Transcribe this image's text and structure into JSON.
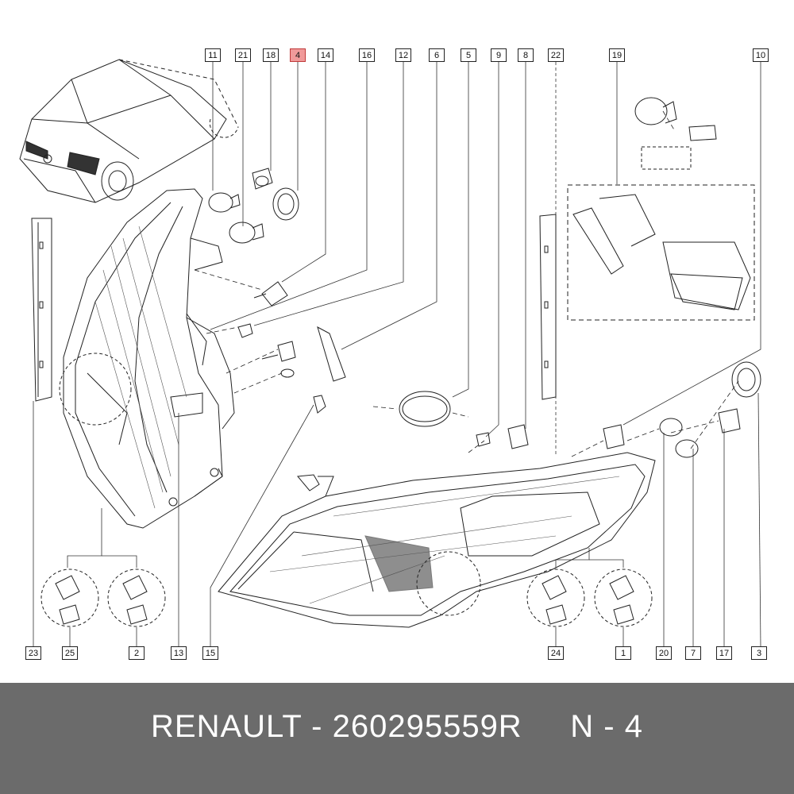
{
  "callouts_top": [
    "11",
    "21",
    "18",
    "4",
    "14",
    "16",
    "12",
    "6",
    "5",
    "9",
    "8",
    "22",
    "19",
    "10"
  ],
  "callouts_bottom": [
    "23",
    "25",
    "2",
    "13",
    "15",
    "24",
    "1",
    "20",
    "7",
    "17",
    "3"
  ],
  "highlighted_callout": "4",
  "highlight_color": "#f09a9a",
  "footer": {
    "brand": "RENAULT",
    "separator": " - ",
    "part_number": "260295559R",
    "position_label": "N - 4",
    "background": "#6b6b6b"
  }
}
